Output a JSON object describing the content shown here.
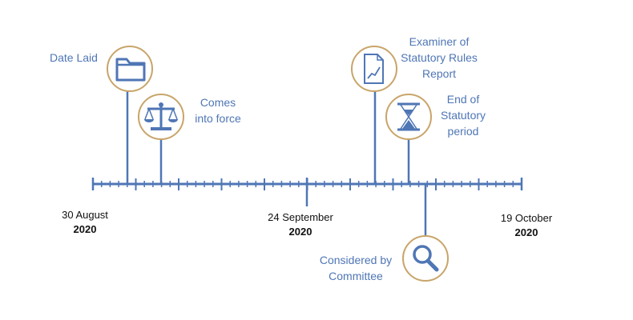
{
  "colors": {
    "axis": "#4f76b5",
    "circle_border": "#c8a56a",
    "icon": "#4f76b5",
    "label": "#4f76b5",
    "date_text": "#111111"
  },
  "timeline": {
    "start_date": {
      "day_month": "30 August",
      "year": "2020"
    },
    "mid_date": {
      "day_month": "24 September",
      "year": "2020"
    },
    "end_date": {
      "day_month": "19 October",
      "year": "2020"
    }
  },
  "events": {
    "date_laid": {
      "label": "Date Laid",
      "icon": "folder-icon"
    },
    "comes_into_force": {
      "line1": "Comes",
      "line2": "into force",
      "icon": "scales-icon"
    },
    "examiner_report": {
      "line1": "Examiner of",
      "line2": "Statutory Rules",
      "line3": "Report",
      "icon": "document-chart-icon"
    },
    "end_of_statutory": {
      "line1": "End of",
      "line2": "Statutory",
      "line3": "period",
      "icon": "hourglass-icon"
    },
    "considered_by_committee": {
      "line1": "Considered by",
      "line2": "Committee",
      "icon": "magnifier-icon"
    }
  }
}
